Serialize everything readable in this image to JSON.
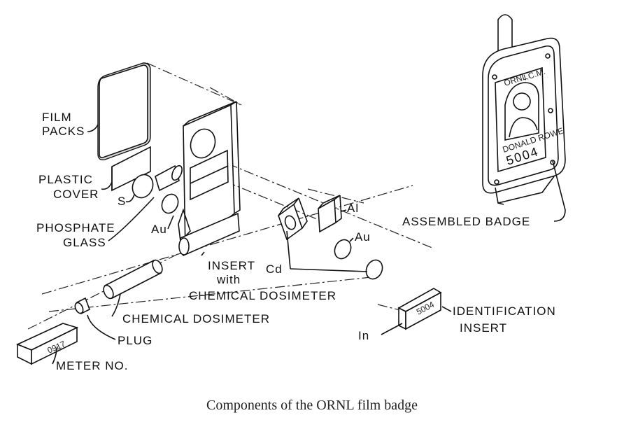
{
  "labels": {
    "film_packs_1": "FILM",
    "film_packs_2": "PACKS",
    "plastic_cover_1": "PLASTIC",
    "plastic_cover_2": "COVER",
    "s": "S",
    "phosphate_glass_1": "PHOSPHATE",
    "phosphate_glass_2": "GLASS",
    "au_left": "Au",
    "insert_1": "INSERT",
    "insert_2": "with",
    "insert_3": "CHEMICAL DOSIMETER",
    "al": "Al",
    "au_right": "Au",
    "cd": "Cd",
    "chemical_dosimeter": "CHEMICAL DOSIMETER",
    "plug": "PLUG",
    "meter_no": "METER NO.",
    "in": "In",
    "identification_1": "IDENTIFICATION",
    "identification_2": "INSERT",
    "assembled_badge": "ASSEMBLED BADGE"
  },
  "badge": {
    "org": "ORNL",
    "unit": "I.C.M.",
    "name": "DONALD ROWE",
    "number": "5004"
  },
  "id_insert_number": "5004",
  "meter_number": "0917",
  "caption": "Components of the ORNL film badge"
}
